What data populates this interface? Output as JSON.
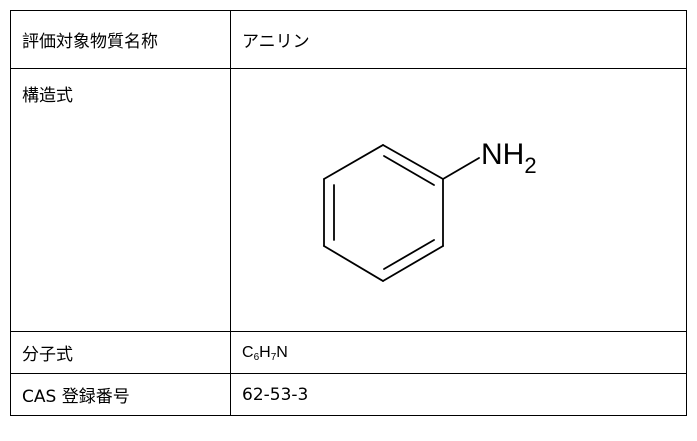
{
  "rows": {
    "name": {
      "label": "評価対象物質名称",
      "value": "アニリン"
    },
    "structure": {
      "label": "構造式",
      "substituent": "NH",
      "substituent_sub": "2"
    },
    "formula": {
      "label": "分子式",
      "parts": [
        "C",
        "6",
        "H",
        "7",
        "N"
      ]
    },
    "cas": {
      "label": "CAS 登録番号",
      "value": "62-53-3"
    }
  }
}
